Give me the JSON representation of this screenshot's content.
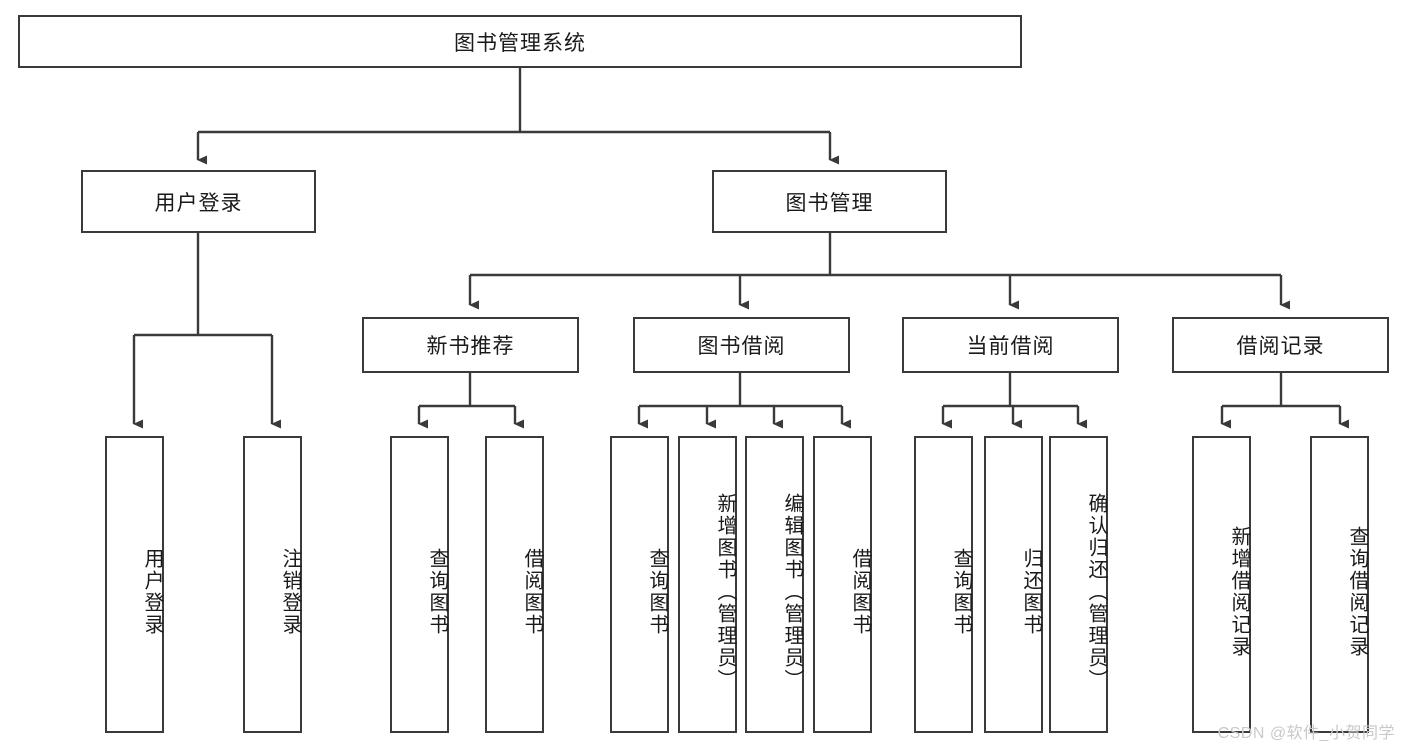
{
  "diagram": {
    "title": "图书管理系统",
    "type": "functional-structure-tree",
    "orientation": "top-down",
    "root": {
      "id": "root",
      "label": "图书管理系统",
      "text_direction": "horizontal"
    },
    "level2": [
      {
        "id": "user-login",
        "label": "用户登录",
        "text_direction": "horizontal"
      },
      {
        "id": "book-management",
        "label": "图书管理",
        "text_direction": "horizontal"
      }
    ],
    "level3": [
      {
        "id": "new-book-recommend",
        "label": "新书推荐",
        "text_direction": "horizontal",
        "parent": "book-management"
      },
      {
        "id": "book-borrow",
        "label": "图书借阅",
        "text_direction": "horizontal",
        "parent": "book-management"
      },
      {
        "id": "current-borrow",
        "label": "当前借阅",
        "text_direction": "horizontal",
        "parent": "book-management"
      },
      {
        "id": "borrow-record",
        "label": "借阅记录",
        "text_direction": "horizontal",
        "parent": "book-management"
      }
    ],
    "leaves": [
      {
        "id": "leaf-user-login",
        "label": "用户登录",
        "parent": "user-login",
        "text_direction": "vertical"
      },
      {
        "id": "leaf-user-logout",
        "label": "注销登录",
        "parent": "user-login",
        "text_direction": "vertical"
      },
      {
        "id": "leaf-query-book-recommend",
        "label": "查询图书",
        "parent": "new-book-recommend",
        "text_direction": "vertical"
      },
      {
        "id": "leaf-borrow-book-recommend",
        "label": "借阅图书",
        "parent": "new-book-recommend",
        "text_direction": "vertical"
      },
      {
        "id": "leaf-query-book-borrow",
        "label": "查询图书",
        "parent": "book-borrow",
        "text_direction": "vertical"
      },
      {
        "id": "leaf-add-book",
        "label": "新增图书（管理员）",
        "parent": "book-borrow",
        "text_direction": "vertical"
      },
      {
        "id": "leaf-edit-book",
        "label": "编辑图书（管理员）",
        "parent": "book-borrow",
        "text_direction": "vertical"
      },
      {
        "id": "leaf-borrow-book",
        "label": "借阅图书",
        "parent": "book-borrow",
        "text_direction": "vertical"
      },
      {
        "id": "leaf-query-book-current",
        "label": "查询图书",
        "parent": "current-borrow",
        "text_direction": "vertical"
      },
      {
        "id": "leaf-return-book",
        "label": "归还图书",
        "parent": "current-borrow",
        "text_direction": "vertical"
      },
      {
        "id": "leaf-confirm-return",
        "label": "确认归还（管理员）",
        "parent": "current-borrow",
        "text_direction": "vertical"
      },
      {
        "id": "leaf-add-record",
        "label": "新增借阅记录",
        "parent": "borrow-record",
        "text_direction": "vertical"
      },
      {
        "id": "leaf-query-record",
        "label": "查询借阅记录",
        "parent": "borrow-record",
        "text_direction": "vertical"
      }
    ],
    "colors": {
      "box_border": "#3a3a3a",
      "box_fill": "#ffffff",
      "connector": "#3a3a3a",
      "text": "#1a1a1a",
      "watermark": "#c9c9c9",
      "background": "#ffffff"
    }
  },
  "watermark": {
    "text": "CSDN @软件_小贺同学"
  }
}
